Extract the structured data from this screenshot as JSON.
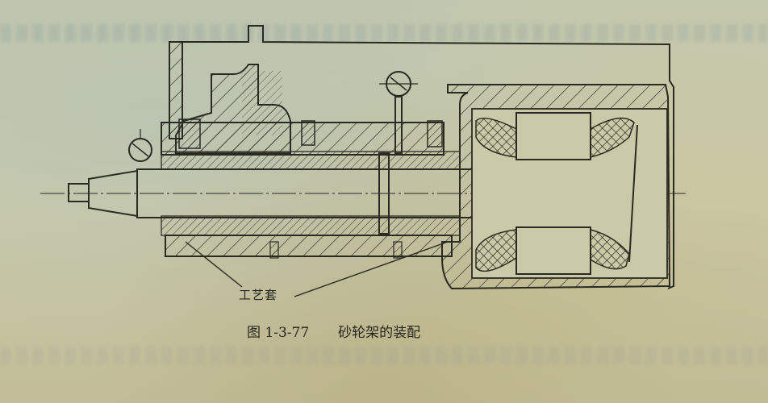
{
  "figure": {
    "number_label": "图 1-3-77",
    "title": "砂轮架的装配",
    "subject": "grinding wheel head assembly cross-section"
  },
  "callouts": [
    {
      "label": "工艺套",
      "points_to": [
        "process sleeve left",
        "process sleeve right"
      ]
    }
  ],
  "components": [
    {
      "name": "dial-indicator-left"
    },
    {
      "name": "dial-indicator-center"
    },
    {
      "name": "spindle"
    },
    {
      "name": "housing"
    },
    {
      "name": "bearings"
    },
    {
      "name": "grinding-wheel-hub"
    },
    {
      "name": "process-sleeve"
    }
  ],
  "colors": {
    "paper": "#c9c9a6",
    "ink": "#2a2a22"
  }
}
